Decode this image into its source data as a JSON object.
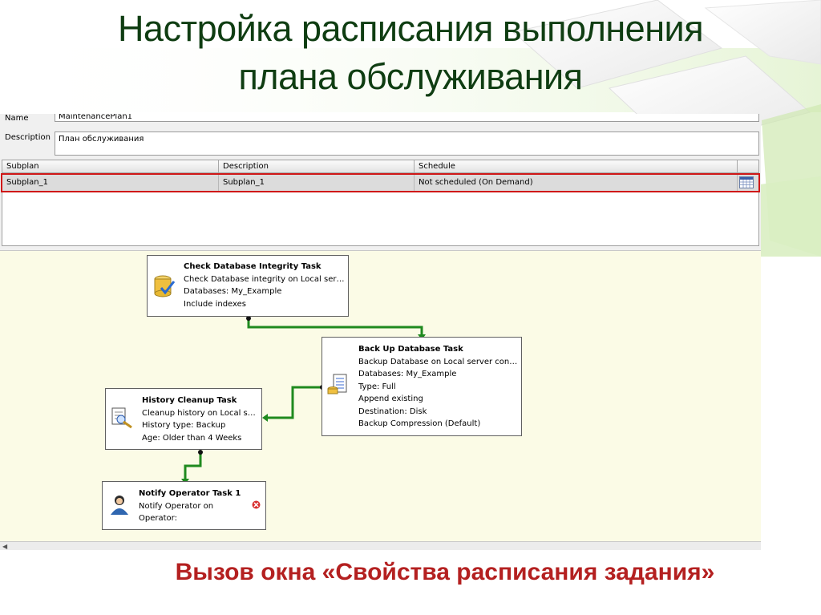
{
  "slide": {
    "title_line1": "Настройка расписания выполнения",
    "title_line2": "плана обслуживания",
    "subtitle": "Вызов окна «Свойства расписания задания»",
    "colors": {
      "title": "#0f3d12",
      "subtitle": "#b42020",
      "canvas": "#fbfbe6",
      "connector": "#1f8a1f"
    }
  },
  "properties": {
    "name_label": "Name",
    "name_value": "MaintenancePlan1",
    "description_label": "Description",
    "description_value": "План обслуживания"
  },
  "subplans": {
    "columns": [
      "Subplan",
      "Description",
      "Schedule"
    ],
    "rows": [
      {
        "subplan": "Subplan_1",
        "description": "Subplan_1",
        "schedule": "Not scheduled (On Demand)"
      }
    ],
    "schedule_button_icon": "calendar-icon"
  },
  "tasks": {
    "check": {
      "title": "Check Database Integrity Task",
      "lines": [
        "Check Database integrity on Local ser…",
        "Databases: My_Example",
        "Include indexes"
      ],
      "icon": "database-check-icon"
    },
    "backup": {
      "title": "Back Up Database Task",
      "lines": [
        "Backup Database on Local server con…",
        "Databases: My_Example",
        "Type: Full",
        "Append existing",
        "Destination: Disk",
        "Backup Compression (Default)"
      ],
      "icon": "backup-icon"
    },
    "history": {
      "title": "History Cleanup Task",
      "lines": [
        "Cleanup history on Local s…",
        "History type: Backup",
        "Age: Older than 4 Weeks"
      ],
      "icon": "history-cleanup-icon"
    },
    "notify": {
      "title": "Notify Operator Task 1",
      "lines": [
        "Notify Operator on",
        "Operator:"
      ],
      "icon": "operator-icon",
      "status_icon": "error-icon"
    }
  }
}
